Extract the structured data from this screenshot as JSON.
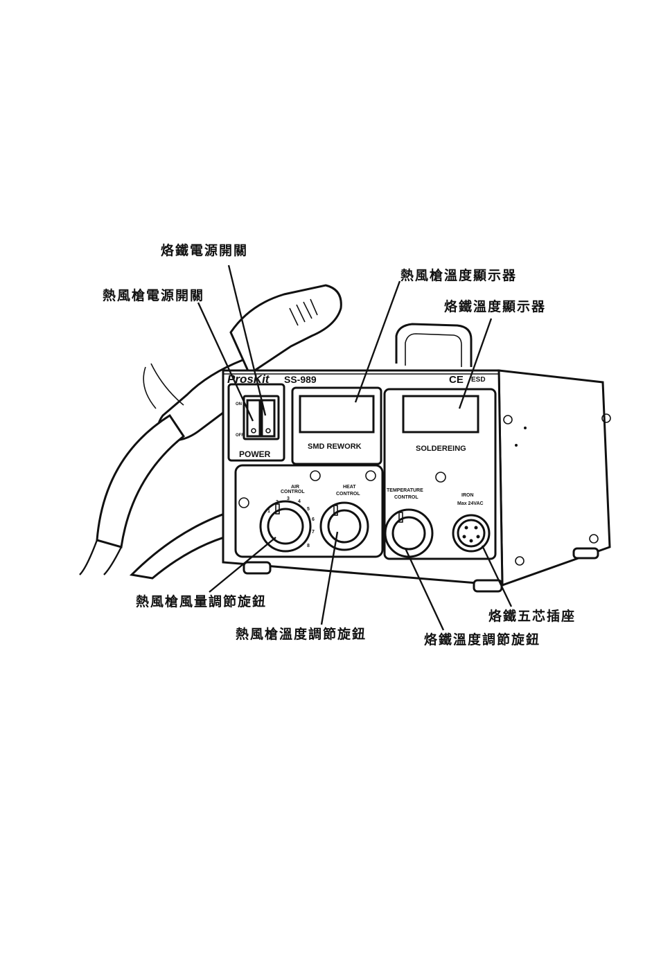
{
  "device": {
    "brand": "ProsKit",
    "model": "SS-989",
    "marks": [
      "CE",
      "ESD"
    ],
    "power_label": "POWER",
    "switch_on": "ON",
    "switch_off": "OFF",
    "left_panel_title": "SMD REWORK",
    "right_panel_title": "SOLDEREING",
    "air_control": [
      "AIR",
      "CONTROL"
    ],
    "heat_control": [
      "HEAT",
      "CONTROL"
    ],
    "temperature_control": [
      "TEMPERATURE",
      "CONTROL"
    ],
    "iron_socket": [
      "IRON",
      "Max 24VAC"
    ],
    "air_dial_numbers": [
      "1",
      "2",
      "3",
      "4",
      "5",
      "6",
      "7",
      "8"
    ]
  },
  "callouts": {
    "iron_power_switch": "烙鐵電源開關",
    "hot_air_power_switch": "熱風槍電源開關",
    "hot_air_temp_display": "熱風槍溫度顯示器",
    "iron_temp_display": "烙鐵溫度顯示器",
    "air_flow_knob": "熱風槍風量調節旋鈕",
    "hot_air_temp_knob": "熱風槍溫度調節旋鈕",
    "iron_socket": "烙鐵五芯插座",
    "iron_temp_knob": "烙鐵溫度調節旋鈕"
  }
}
